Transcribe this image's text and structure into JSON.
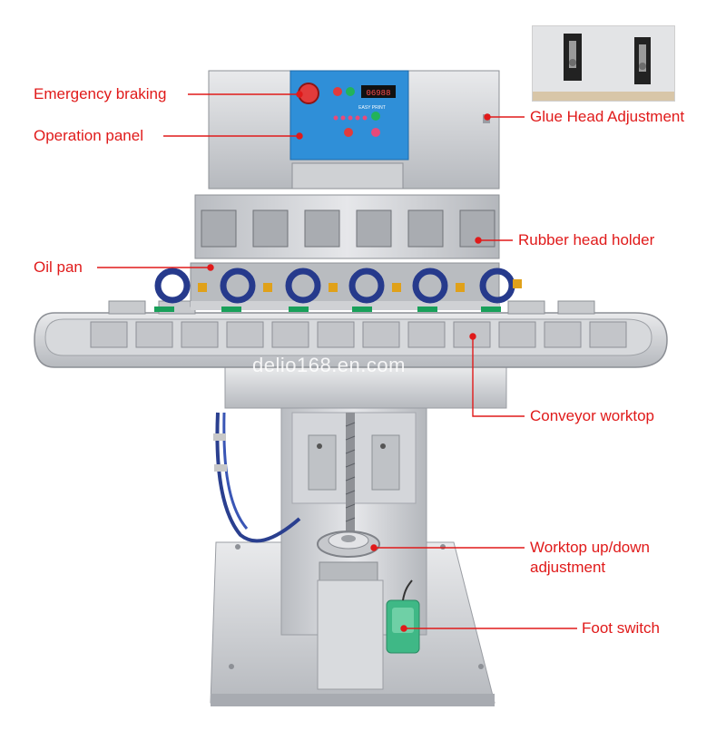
{
  "labels": {
    "emergency_braking": "Emergency braking",
    "operation_panel": "Operation panel",
    "oil_pan": "Oil pan",
    "glue_head_adjustment": "Glue Head Adjustment",
    "rubber_head_holder": "Rubber head holder",
    "conveyor_worktop": "Conveyor worktop",
    "worktop_adjustment_line1": "Worktop up/down",
    "worktop_adjustment_line2": "adjustment",
    "foot_switch": "Foot switch"
  },
  "watermark": "delio168.en.com",
  "panel": {
    "display": "06988",
    "brand": "EASY PRINT"
  },
  "colors": {
    "label_red": "#e01a1a",
    "panel_blue": "#2f8fd8",
    "steel": "#c9cbcf",
    "hose_blue": "#2a3f8f",
    "foot_switch_green": "#3fb886"
  }
}
